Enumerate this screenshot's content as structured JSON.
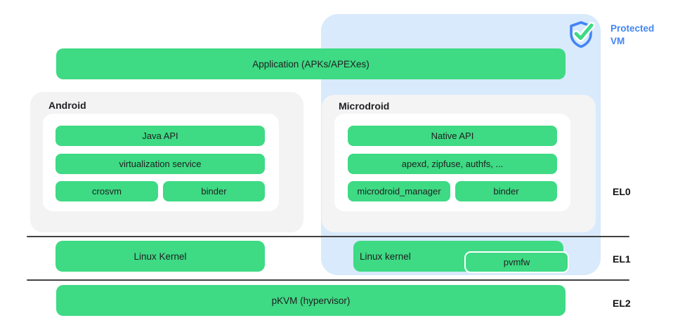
{
  "palette": {
    "bar_green": "#3EDA84",
    "protected_panel_blue": "#D8EAFC",
    "accent_blue": "#4285F4",
    "group_box_gray": "#F3F3F3",
    "divider_gray": "#424242",
    "text_dark": "#202124"
  },
  "protected_vm": {
    "label": "Protected\nVM",
    "icon": "shield-check-icon"
  },
  "layers": {
    "application": {
      "label": "Application (APKs/APEXes)"
    },
    "android": {
      "title": "Android",
      "bars": {
        "java_api": "Java API",
        "virtualization_service": "virtualization service",
        "crosvm": "crosvm",
        "binder": "binder"
      }
    },
    "microdroid": {
      "title": "Microdroid",
      "bars": {
        "native_api": "Native API",
        "apexd": "apexd, zipfuse, authfs, ...",
        "microdroid_manager": "microdroid_manager",
        "binder": "binder"
      }
    },
    "el1": {
      "linux_kernel_host": "Linux Kernel",
      "linux_kernel_vm": "Linux kernel",
      "pvmfw": "pvmfw"
    },
    "el2": {
      "pkvm": "pKVM (hypervisor)"
    }
  },
  "exception_levels": {
    "el0": "EL0",
    "el1": "EL1",
    "el2": "EL2"
  }
}
